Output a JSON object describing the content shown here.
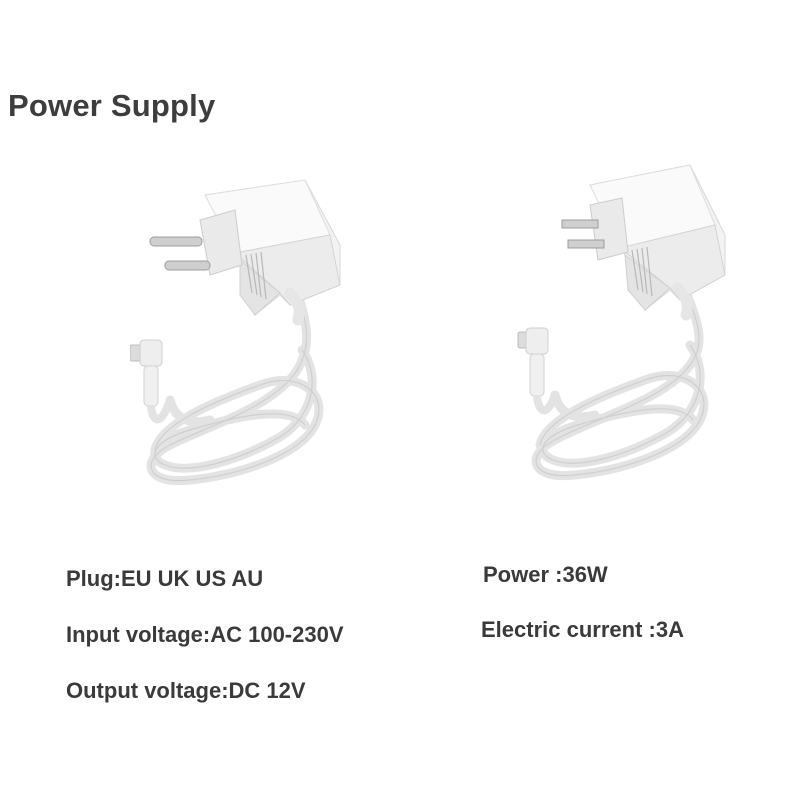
{
  "title": "Power Supply",
  "images": [
    {
      "name": "eu-plug-adapter",
      "icon": "eu-plug-power-adapter-icon"
    },
    {
      "name": "us-plug-adapter",
      "icon": "us-plug-power-adapter-icon"
    }
  ],
  "specs": {
    "plug": "Plug:EU UK US AU",
    "input_voltage": "Input voltage:AC 100-230V",
    "output_voltage": "Output voltage:DC 12V",
    "power": "Power :36W",
    "electric_current": "Electric current :3A"
  },
  "colors": {
    "text": "#3a3a3a",
    "adapter_body": "#f2f2f2",
    "adapter_shadow": "#d6d6d6"
  }
}
